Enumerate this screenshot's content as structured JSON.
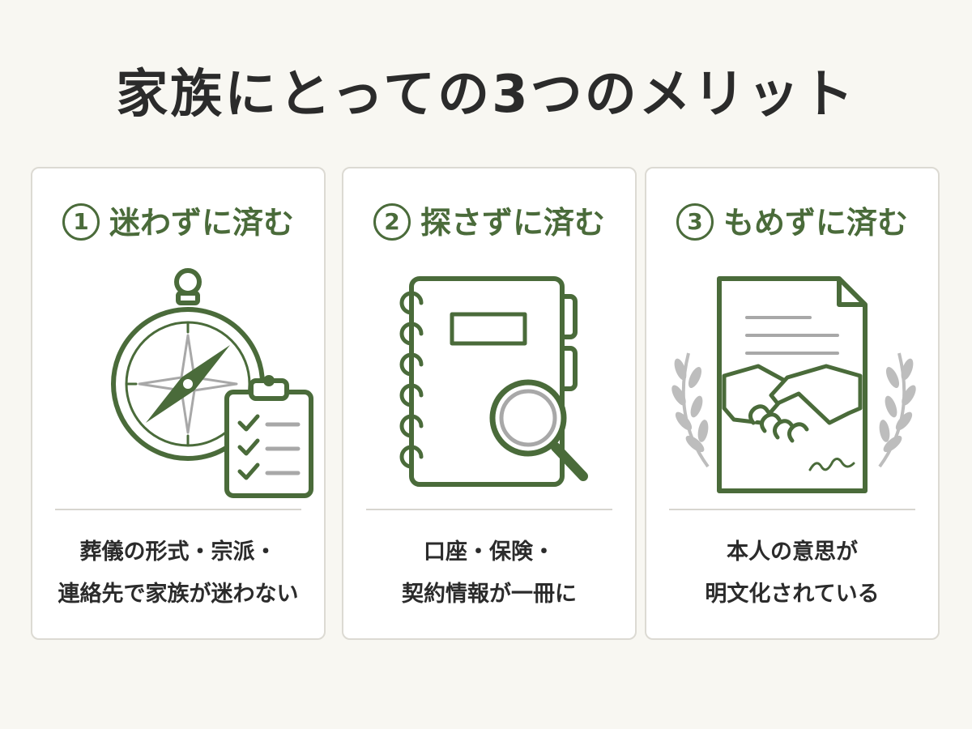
{
  "title": "家族にとっての3つのメリット",
  "colors": {
    "accent": "#4a6b3a",
    "text": "#2b2b2b",
    "background": "#f8f7f2",
    "card": "#ffffff",
    "muted": "#a8a8a8"
  },
  "cards": [
    {
      "number": "1",
      "heading": "迷わずに済む",
      "icon": "compass-clipboard-icon",
      "lines": [
        "葬儀の形式・宗派・",
        "連絡先で家族が迷わない"
      ]
    },
    {
      "number": "2",
      "heading": "探さずに済む",
      "icon": "notebook-magnifier-icon",
      "lines": [
        "口座・保険・",
        "契約情報が一冊に"
      ]
    },
    {
      "number": "3",
      "heading": "もめずに済む",
      "icon": "document-handshake-icon",
      "lines": [
        "本人の意思が",
        "明文化されている"
      ]
    }
  ]
}
